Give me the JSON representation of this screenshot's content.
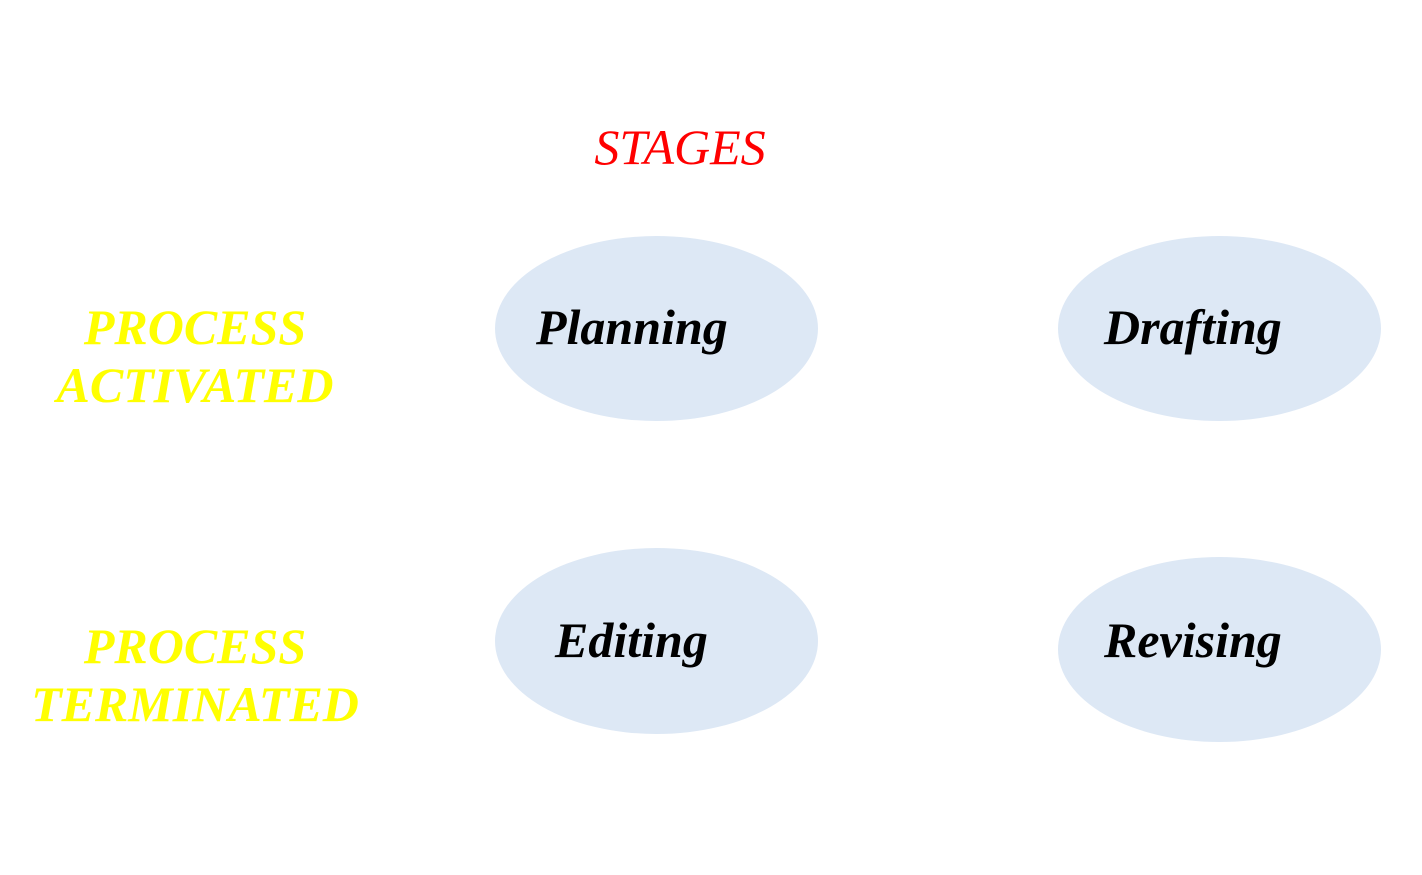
{
  "title": "STAGES",
  "colors": {
    "title": "#ff0000",
    "row_labels": "#ffff00",
    "stage_fill": "#dde8f5",
    "stage_text": "#000000"
  },
  "rows": [
    {
      "line1": "PROCESS",
      "line2": "ACTIVATED"
    },
    {
      "line1": "PROCESS",
      "line2": "TERMINATED"
    }
  ],
  "stages": {
    "planning": "Planning",
    "drafting": "Drafting",
    "editing": "Editing",
    "revising": "Revising"
  }
}
